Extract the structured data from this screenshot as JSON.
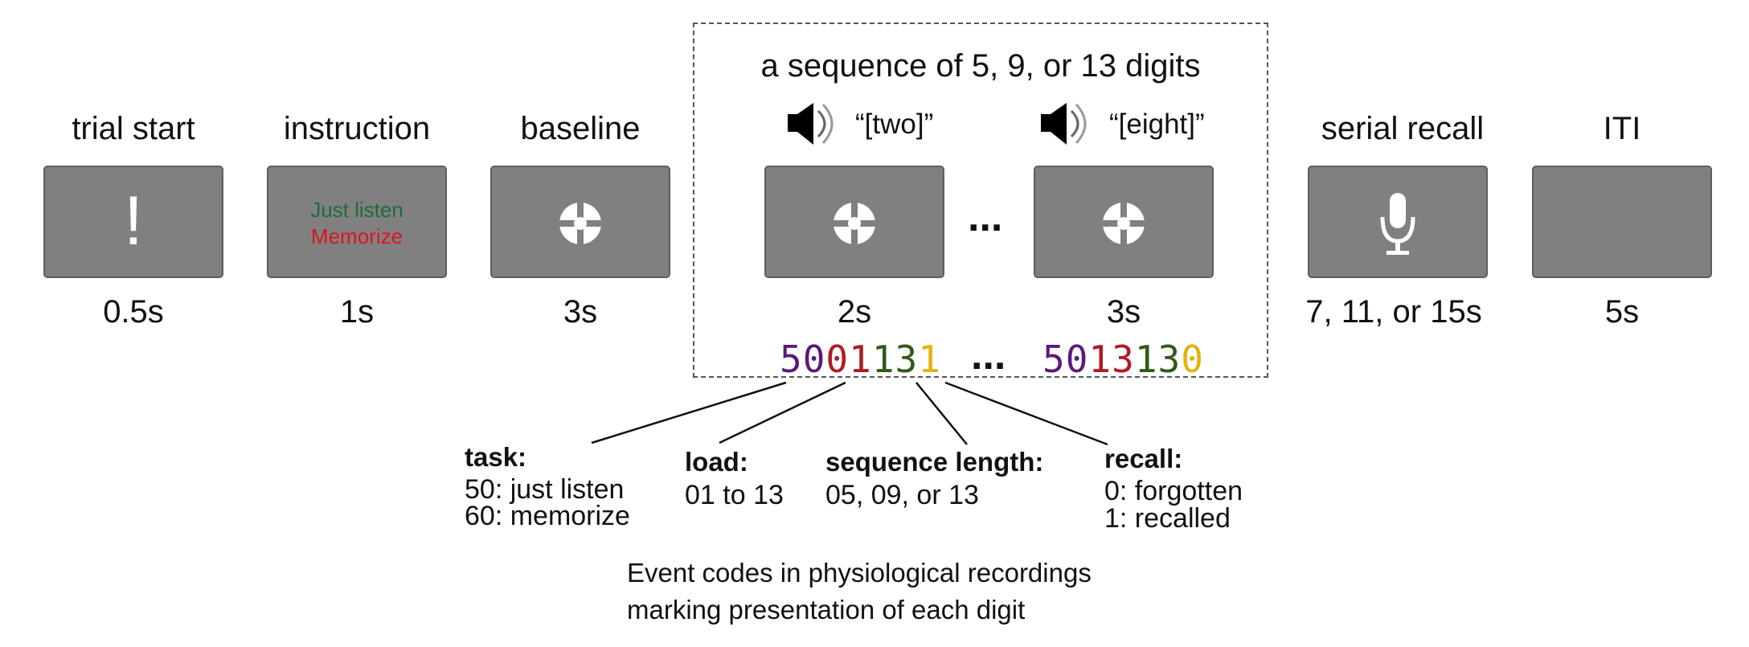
{
  "sequence_box_title": "a sequence of 5, 9, or 13 digits",
  "stages": [
    {
      "label": "trial start",
      "duration": "0.5s",
      "screen_text": "!"
    },
    {
      "label": "instruction",
      "duration": "1s",
      "screen_line1": "Just listen",
      "screen_line2": "Memorize"
    },
    {
      "label": "baseline",
      "duration": "3s"
    },
    {
      "duration": "2s",
      "audio": "“[two]”"
    },
    {
      "duration": "3s",
      "audio": "“[eight]”"
    },
    {
      "label": "serial recall",
      "duration": "7, 11, or 15s"
    },
    {
      "label": "ITI",
      "duration": "5s"
    }
  ],
  "ellipsis": "...",
  "event_codes": [
    {
      "digits": [
        "5",
        "0",
        "0",
        "1",
        "1",
        "3",
        "1"
      ]
    },
    {
      "digits": [
        "5",
        "0",
        "1",
        "3",
        "1",
        "3",
        "0"
      ]
    }
  ],
  "annotations": [
    {
      "title": "task:",
      "lines": [
        "50: just listen",
        "60: memorize"
      ]
    },
    {
      "title": "load:",
      "lines": [
        "01 to 13"
      ]
    },
    {
      "title": "sequence length:",
      "lines": [
        "05, 09, or 13"
      ]
    },
    {
      "title": "recall:",
      "lines": [
        "0: forgotten",
        "1: recalled"
      ]
    }
  ],
  "caption": [
    "Event codes in physiological recordings",
    "marking presentation of each digit"
  ],
  "colors": {
    "screen": "#808080",
    "task_digits": "#5b1a7a",
    "load_digits": "#b11a22",
    "length_digits": "#2e5a17",
    "recall_digit": "#e3b20c",
    "just_listen": "#1e6b3e",
    "memorize": "#e0141c"
  },
  "icons": [
    "exclamation-icon",
    "fixation-icon",
    "speaker-icon",
    "microphone-icon"
  ]
}
